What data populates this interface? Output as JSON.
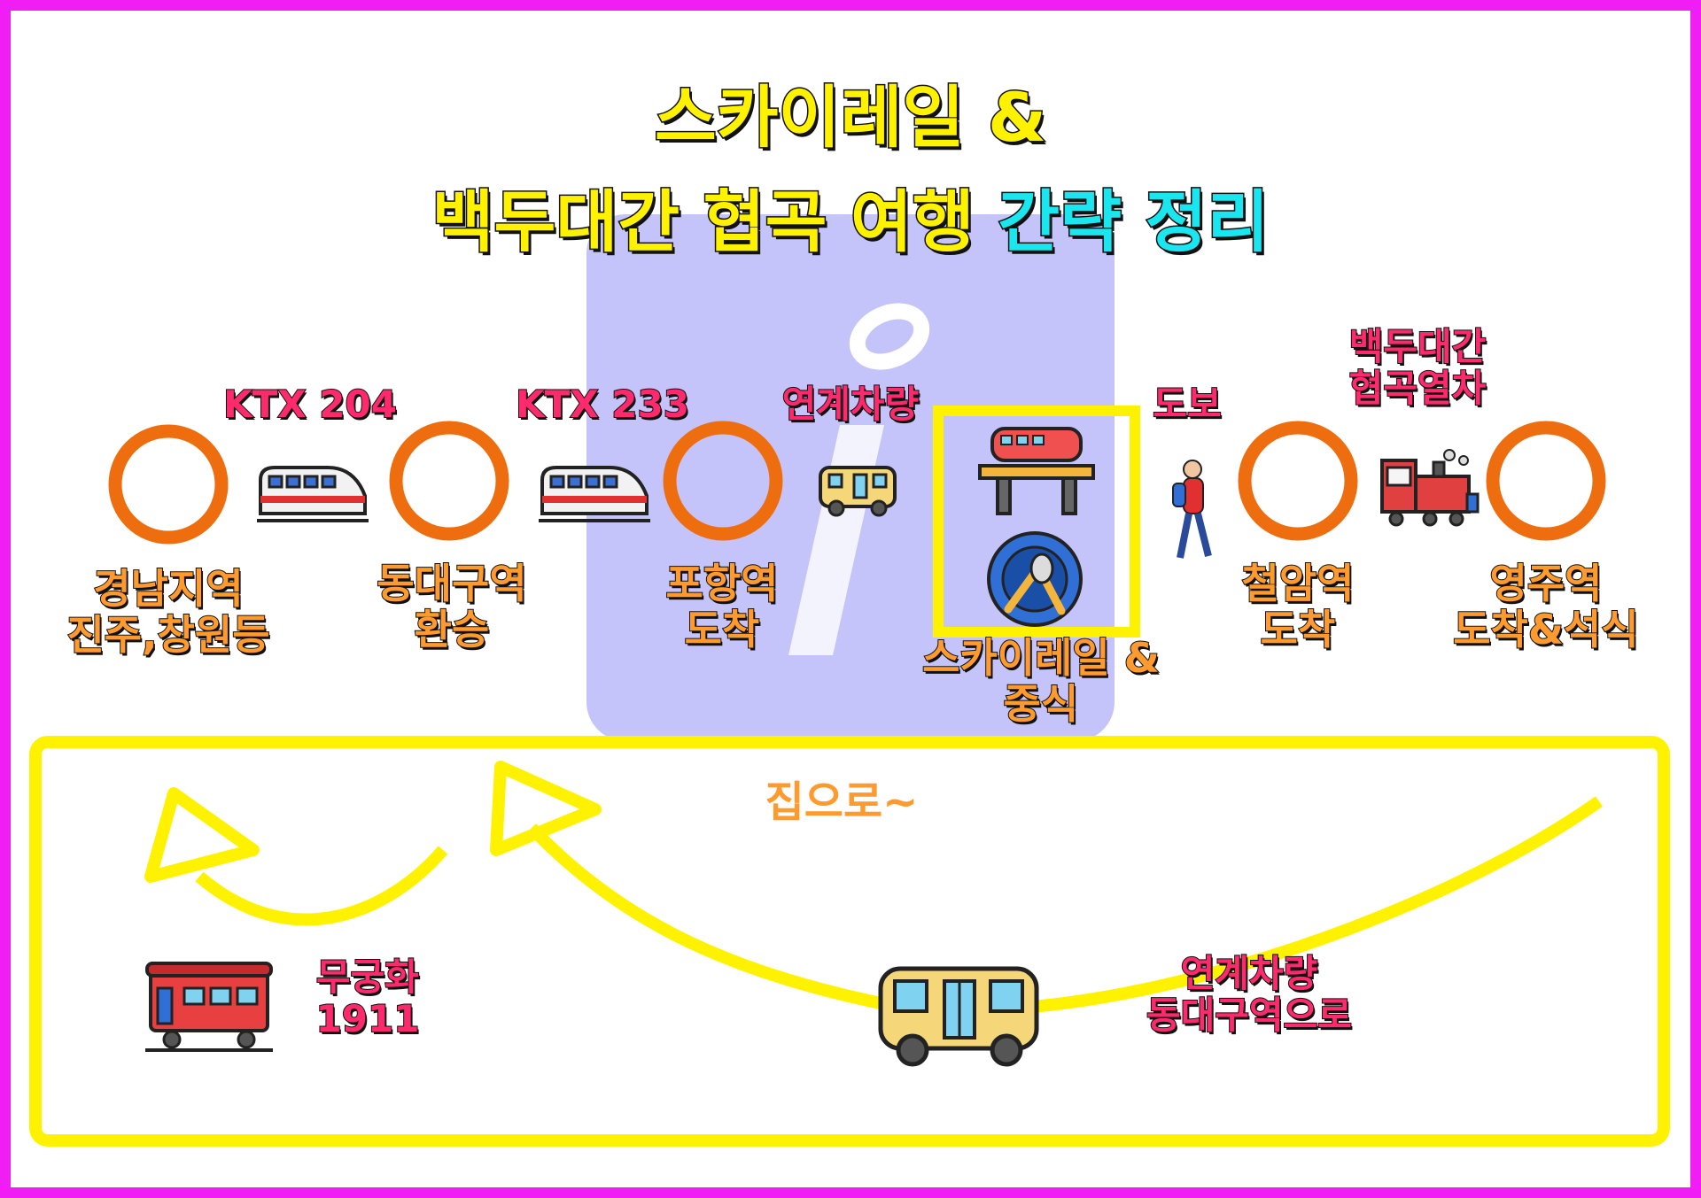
{
  "title": {
    "line1": "스카이레일 &",
    "line2_part1": "백두대간 협곡 여행",
    "line2_part2": "간략 정리"
  },
  "transport": {
    "ktx1": "KTX 204",
    "ktx2": "KTX 233",
    "shuttle": "연계차량",
    "walk": "도보",
    "gorge_train": [
      "백두대간",
      "협곡열차"
    ],
    "mugunghwa": [
      "무궁화",
      "1911"
    ],
    "return_shuttle": [
      "연계차량",
      "동대구역으로"
    ]
  },
  "stops": [
    {
      "line1": "경남지역",
      "line2": "진주,창원등"
    },
    {
      "line1": "동대구역",
      "line2": "환승"
    },
    {
      "line1": "포항역",
      "line2": "도착"
    },
    {
      "line1": "스카이레일 &",
      "line2": "중식"
    },
    {
      "line1": "철암역",
      "line2": "도착"
    },
    {
      "line1": "영주역",
      "line2": "도착&석식"
    }
  ],
  "return": {
    "label": "집으로~"
  },
  "icons": [
    "ktx-train-icon",
    "shuttle-bus-icon",
    "skyrail-icon",
    "meal-plate-icon",
    "walking-person-icon",
    "steam-train-icon",
    "mugunghwa-car-icon"
  ],
  "colors": {
    "frame": "#f01ef5",
    "circle": "#ee6e0f",
    "highlight": "#fff200",
    "title": "#fff200",
    "accent": "#19e6ee",
    "mode_label": "#ff2a6d",
    "stop_label": "#ff9a2e"
  }
}
